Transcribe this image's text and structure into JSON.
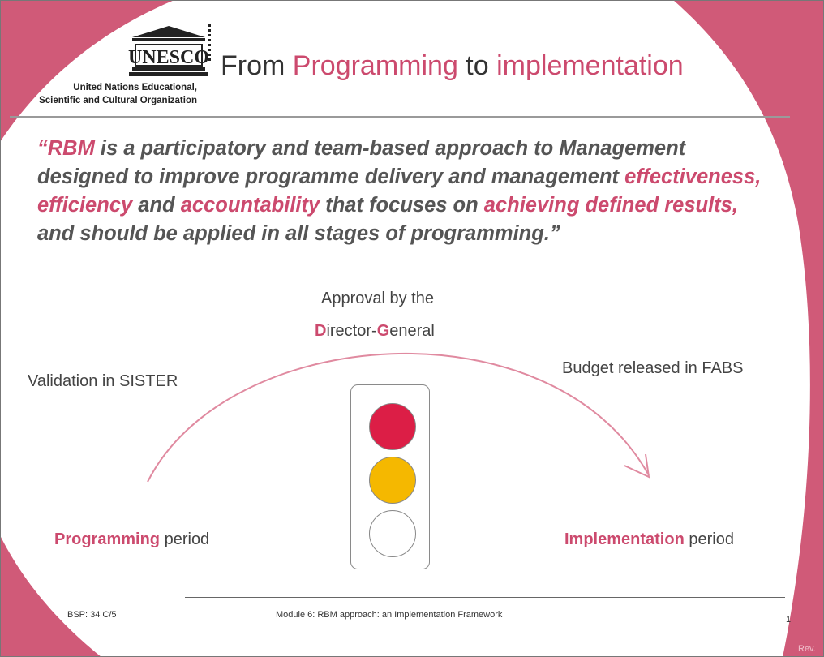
{
  "header": {
    "logo_word": "UNESCO",
    "org_line1": "United Nations Educational,",
    "org_line2": "Scientific and Cultural Organization",
    "title_part1": "From ",
    "title_part2": "Programming",
    "title_part3": " to ",
    "title_part4": "implementation"
  },
  "quote": {
    "s1": "“RBM",
    "s2": " is a participatory and team-based approach to Management designed to improve programme delivery and management ",
    "s3": "effectiveness, efficiency",
    "s4": " and ",
    "s5": "accountability",
    "s6": " that focuses on ",
    "s7": "achieving defined results,",
    "s8": " and should be applied in all stages of programming.”"
  },
  "diagram": {
    "approval_line1": "Approval by the",
    "dg_d": "D",
    "dg_rest1": "irector-",
    "dg_g": "G",
    "dg_rest2": "eneral",
    "validation": "Validation in SISTER",
    "budget": "Budget released in FABS",
    "programming_bold": "Programming",
    "programming_rest": " period",
    "implementation_bold": "Implementation",
    "implementation_rest": " period",
    "lights": [
      "red",
      "amber",
      "white"
    ]
  },
  "footer": {
    "left": "BSP: 34 C/5",
    "center": "Module 6: RBM approach: an Implementation Framework",
    "page": "1",
    "rev": "Rev."
  },
  "colors": {
    "accent_pink": "#cc4a6e",
    "frame_pink": "#d05a78",
    "red_light": "#dc1e46",
    "amber_light": "#f5b800"
  }
}
